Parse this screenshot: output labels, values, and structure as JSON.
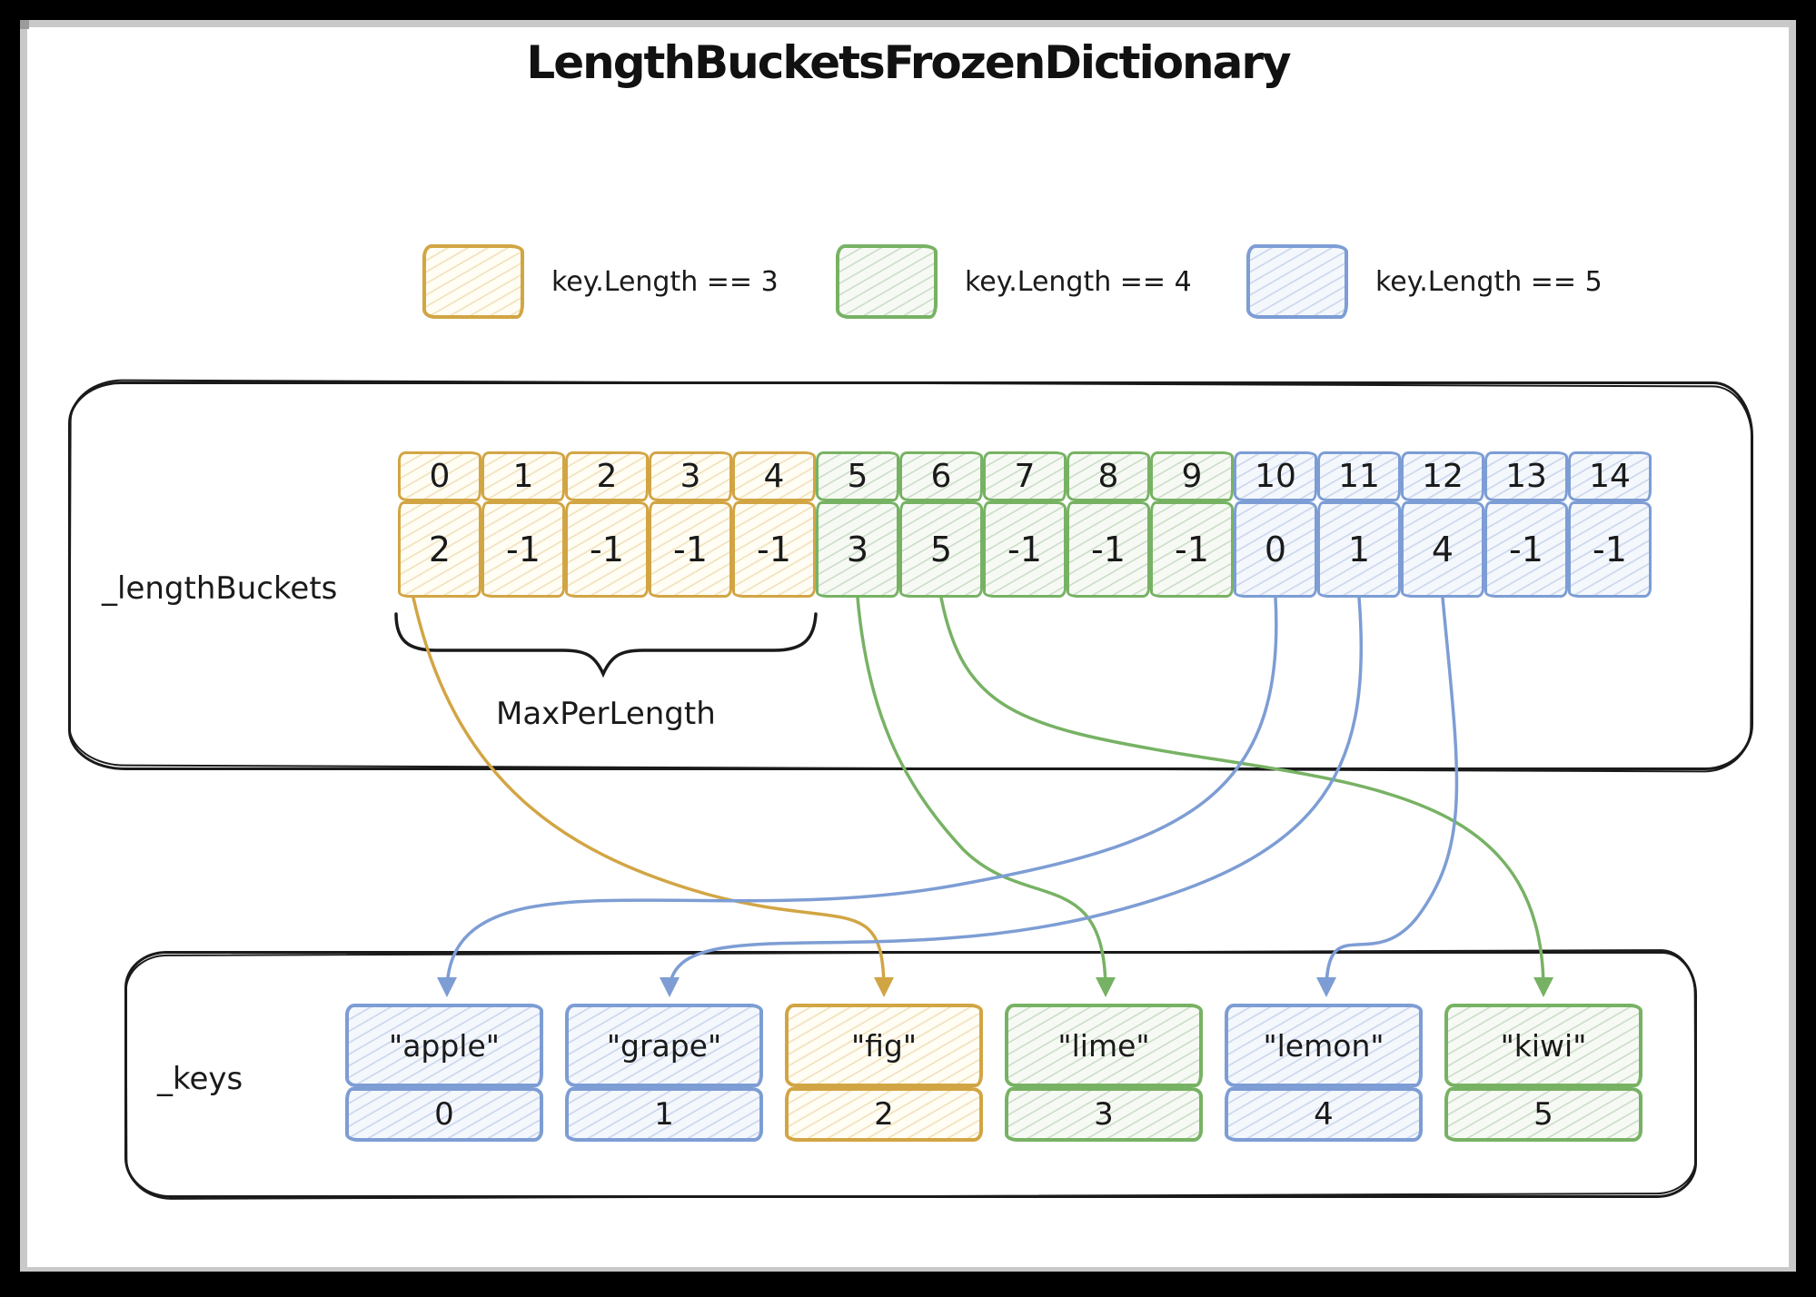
{
  "title": "LengthBucketsFrozenDictionary",
  "colors": {
    "len3": "#D2A544",
    "len4": "#77B264",
    "len5": "#7D9DD4",
    "ink": "#1a1a1a"
  },
  "legend": {
    "items": [
      {
        "label": "key.Length == 3",
        "color": "#D2A544"
      },
      {
        "label": "key.Length == 4",
        "color": "#77B264"
      },
      {
        "label": "key.Length == 5",
        "color": "#7D9DD4"
      }
    ]
  },
  "length_buckets": {
    "label": "_lengthBuckets",
    "brace_label": "MaxPerLength",
    "cells": [
      {
        "index": "0",
        "value": "2",
        "group": "len3"
      },
      {
        "index": "1",
        "value": "-1",
        "group": "len3"
      },
      {
        "index": "2",
        "value": "-1",
        "group": "len3"
      },
      {
        "index": "3",
        "value": "-1",
        "group": "len3"
      },
      {
        "index": "4",
        "value": "-1",
        "group": "len3"
      },
      {
        "index": "5",
        "value": "3",
        "group": "len4"
      },
      {
        "index": "6",
        "value": "5",
        "group": "len4"
      },
      {
        "index": "7",
        "value": "-1",
        "group": "len4"
      },
      {
        "index": "8",
        "value": "-1",
        "group": "len4"
      },
      {
        "index": "9",
        "value": "-1",
        "group": "len4"
      },
      {
        "index": "10",
        "value": "0",
        "group": "len5"
      },
      {
        "index": "11",
        "value": "1",
        "group": "len5"
      },
      {
        "index": "12",
        "value": "4",
        "group": "len5"
      },
      {
        "index": "13",
        "value": "-1",
        "group": "len5"
      },
      {
        "index": "14",
        "value": "-1",
        "group": "len5"
      }
    ]
  },
  "keys": {
    "label": "_keys",
    "items": [
      {
        "name": "\"apple\"",
        "index": "0",
        "group": "len5"
      },
      {
        "name": "\"grape\"",
        "index": "1",
        "group": "len5"
      },
      {
        "name": "\"fig\"",
        "index": "2",
        "group": "len3"
      },
      {
        "name": "\"lime\"",
        "index": "3",
        "group": "len4"
      },
      {
        "name": "\"lemon\"",
        "index": "4",
        "group": "len5"
      },
      {
        "name": "\"kiwi\"",
        "index": "5",
        "group": "len4"
      }
    ]
  },
  "arrows": [
    {
      "from_bucket_index": "0",
      "to_key": "\"fig\"",
      "color": "#D2A544"
    },
    {
      "from_bucket_index": "5",
      "to_key": "\"lime\"",
      "color": "#77B264"
    },
    {
      "from_bucket_index": "6",
      "to_key": "\"kiwi\"",
      "color": "#77B264"
    },
    {
      "from_bucket_index": "10",
      "to_key": "\"apple\"",
      "color": "#7D9DD4"
    },
    {
      "from_bucket_index": "11",
      "to_key": "\"grape\"",
      "color": "#7D9DD4"
    },
    {
      "from_bucket_index": "12",
      "to_key": "\"lemon\"",
      "color": "#7D9DD4"
    }
  ]
}
